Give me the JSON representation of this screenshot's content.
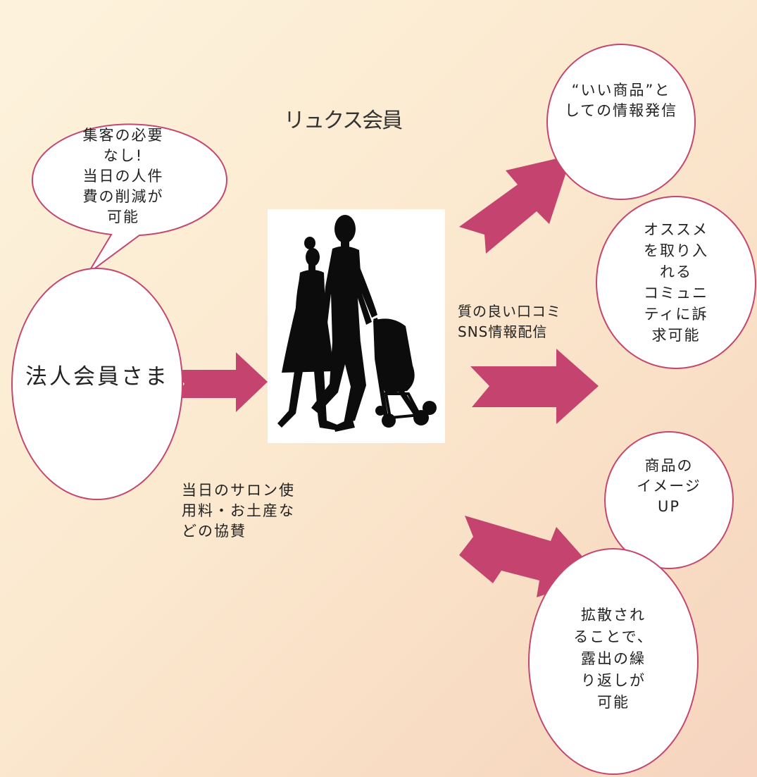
{
  "title": "リュクス会員",
  "speech_bubble": {
    "text": "集客の必要\nなし!\n当日の人件\n費の削減が\n可能"
  },
  "corporate_member": {
    "label": "法人会員さま"
  },
  "sponsor_note": {
    "text": "当日のサロン使\n用料・お土産な\nどの協賛"
  },
  "word_of_mouth": {
    "text": "質の良い口コミ\nSNS情報配信"
  },
  "results": [
    {
      "text": "“いい商品”と\nしての情報発信"
    },
    {
      "text": "オススメ\nを取り入\nれる\nコミュニ\nティに訴\n求可能"
    },
    {
      "text": "商品の\nイメージ\nUP"
    },
    {
      "text": "拡散され\nることで、\n露出の繰\nり返しが\n可能"
    }
  ],
  "colors": {
    "accent": "#c3476e",
    "arrow": "#c5436f",
    "background": "#fbe9cf"
  },
  "photo": {
    "icon": "family-silhouette-icon"
  }
}
